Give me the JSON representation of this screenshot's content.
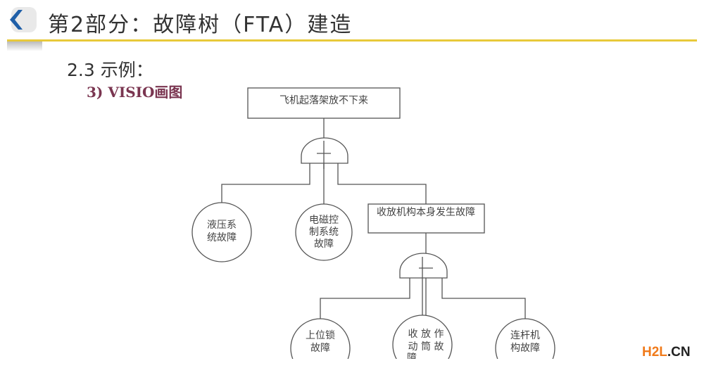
{
  "header": {
    "title": "第2部分：故障树（FTA）建造",
    "back_icon": "chevron-left-icon"
  },
  "section": {
    "heading": "2.3 示例：",
    "subheading": "3) VISIO画图"
  },
  "fault_tree": {
    "top_event": "飞机起落架放不下来",
    "gate1_type": "OR",
    "level1": {
      "event_a": [
        "液压系",
        "统故障"
      ],
      "event_b": [
        "电磁控",
        "制系统",
        "故障"
      ],
      "event_c": "收放机构本身发生故障"
    },
    "gate2_type": "OR",
    "level2": {
      "event_a": [
        "上位锁",
        "故障"
      ],
      "event_b": [
        "收 放 作",
        "动 筒 故",
        "障"
      ],
      "event_c": [
        "连杆机",
        "构故障"
      ]
    }
  },
  "watermark": {
    "part1": "H2L",
    "part2": ".CN"
  }
}
